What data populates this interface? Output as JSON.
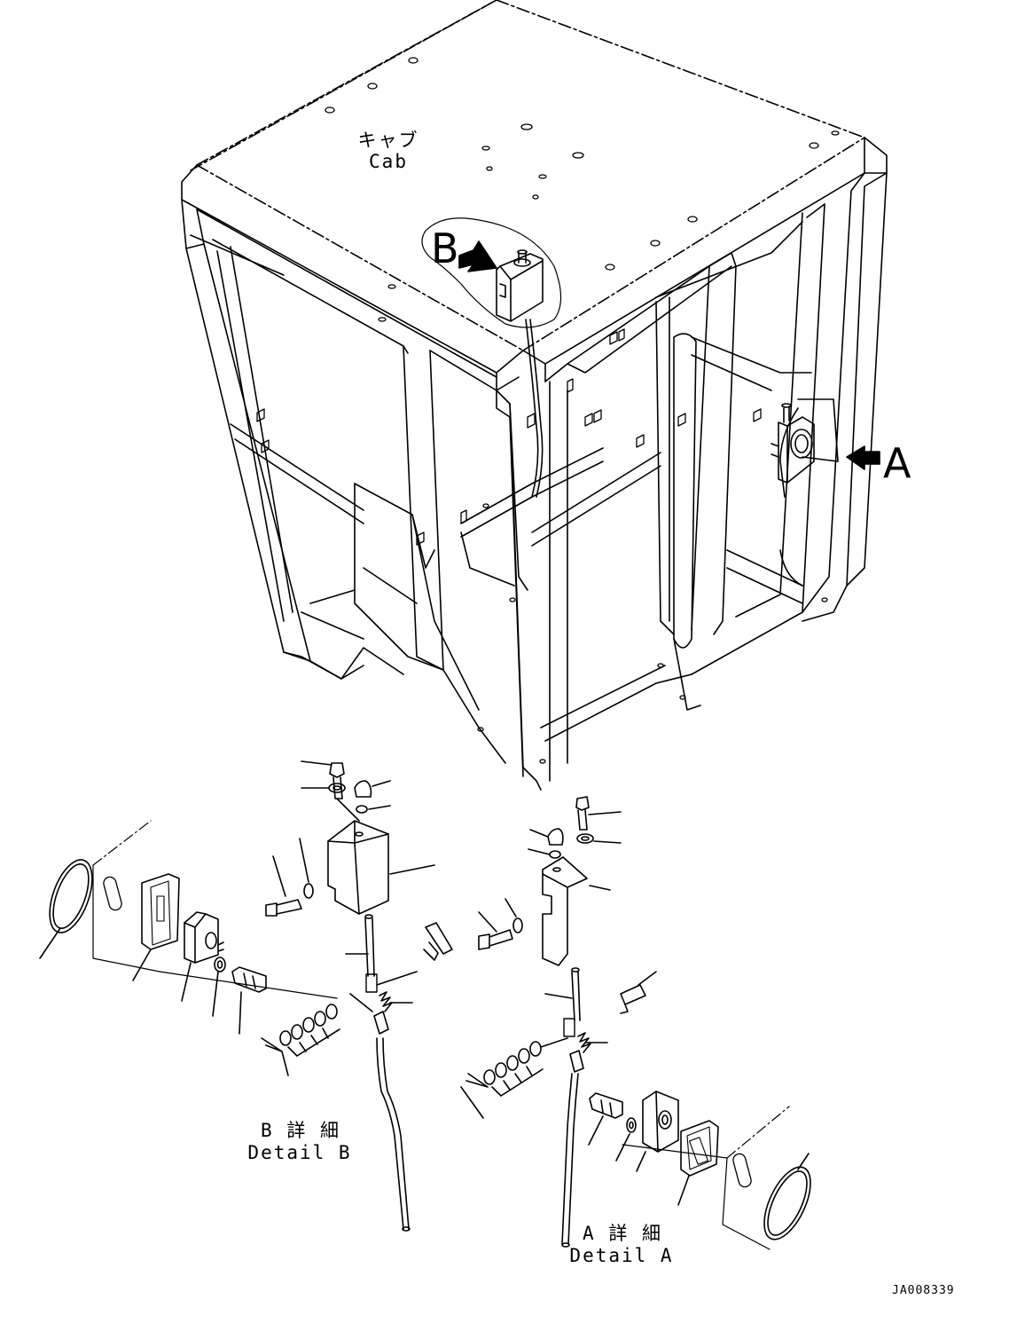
{
  "labels": {
    "cab_jp": "キャブ",
    "cab_en": "Cab",
    "view_b": "B",
    "view_a": "A",
    "detail_b_jp": "B 詳 細",
    "detail_b_en": "Detail B",
    "detail_a_jp": "A 詳 細",
    "detail_a_en": "Detail A",
    "drawing_code": "JA008339"
  },
  "colors": {
    "line": "#000000",
    "background": "#ffffff"
  }
}
